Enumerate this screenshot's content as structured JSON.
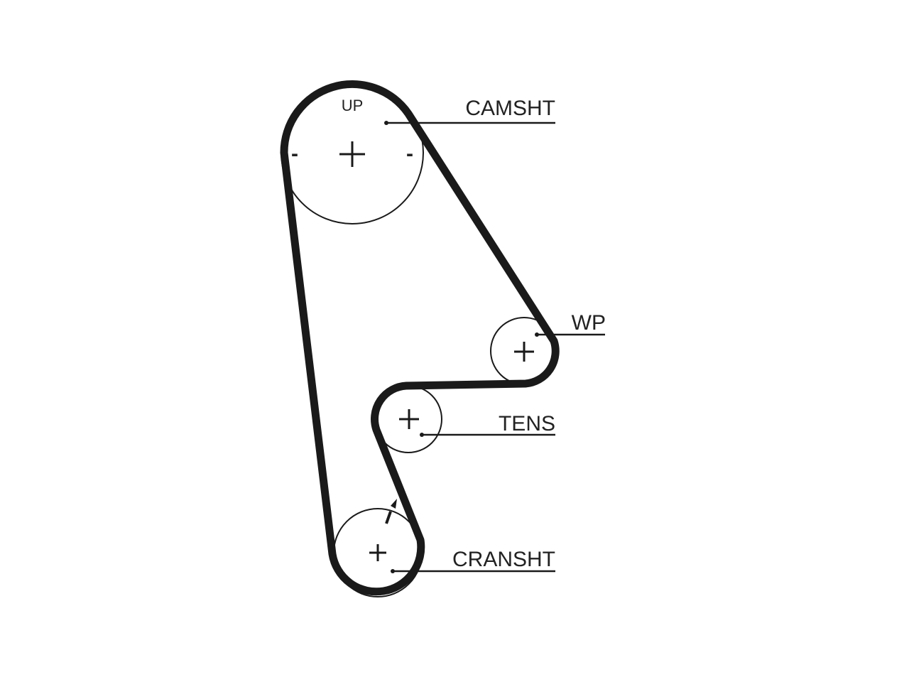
{
  "colors": {
    "background": "#ffffff",
    "ink": "#1a1a1a"
  },
  "camshaft": {
    "label": "CAMSHT",
    "top_mark": "UP",
    "left_mark": "-",
    "right_mark": "-"
  },
  "water_pump": {
    "label": "WP"
  },
  "tensioner": {
    "label": "TENS"
  },
  "crankshaft": {
    "label": "CRANSHT"
  }
}
